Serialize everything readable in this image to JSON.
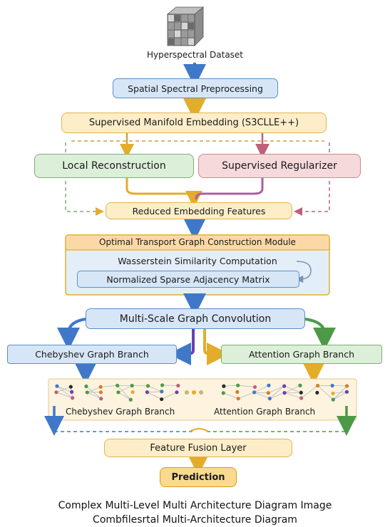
{
  "diagram": {
    "input_label": "Hyperspectral Dataset",
    "preprocessing": "Spatial Spectral Preprocessing",
    "manifold": "Supervised Manifold Embedding (S3CLLE++)",
    "local_reconstruction": "Local Reconstruction",
    "supervised_regularizer": "Supervised Regularizer",
    "reduced_features": "Reduced Embedding Features",
    "ot_module": {
      "title": "Optimal Transport Graph Construction Module",
      "similarity": "Wasserstein Similarity Computation",
      "adjacency": "Normalized Sparse Adjacency Matrix"
    },
    "multiscale": "Multi-Scale Graph Convolution",
    "chebyshev_branch": "Chebyshev Graph Branch",
    "attention_branch": "Attention Graph Branch",
    "panel_chebyshev_label": "Chebyshev Graph Branch",
    "panel_attention_label": "Attention Graph Branch",
    "fusion": "Feature Fusion Layer",
    "prediction": "Prediction"
  },
  "captions": [
    "Complex Multi-Level Multi Architecture Diagram Image",
    "Combfilesrtal Multi-Architecture Diagram"
  ],
  "colors": {
    "blue": "#3f78c8",
    "yellow": "#e3ad2a",
    "green": "#4c9a48",
    "red": "#c0607a",
    "purple": "#6a3fb0"
  }
}
